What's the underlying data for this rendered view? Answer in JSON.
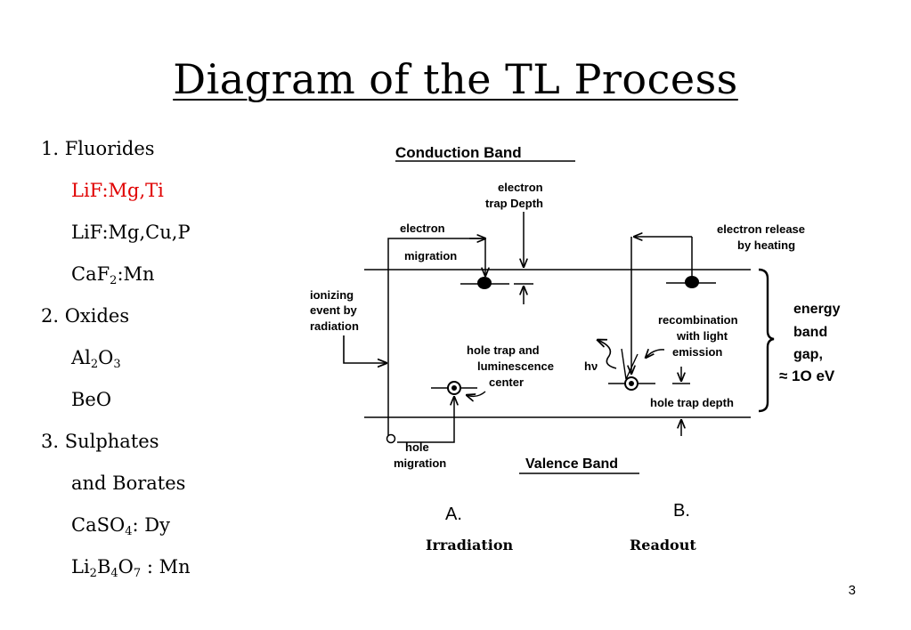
{
  "slide": {
    "title": "Diagram of the TL Process",
    "page_number": "3"
  },
  "list": {
    "item1": "1. Fluorides",
    "lif_mgti": "LiF:Mg,Ti",
    "lif_mgcup": "LiF:Mg,Cu,P",
    "caf2_a": "CaF",
    "caf2_sub": "2",
    "caf2_b": ":Mn",
    "item2": "2. Oxides",
    "al_a": "Al",
    "al_sub1": "2",
    "al_b": "O",
    "al_sub2": "3",
    "beo": "BeO",
    "item3": "3. Sulphates",
    "borates": "and Borates",
    "caso_a": "CaSO",
    "caso_sub": "4",
    "caso_b": ": Dy",
    "lib_a": "Li",
    "lib_sub1": "2",
    "lib_b": "B",
    "lib_sub2": "4",
    "lib_c": "O",
    "lib_sub3": "7",
    "lib_d": " : Mn"
  },
  "diagram": {
    "conduction_band": "Conduction Band",
    "valence_band": "Valence Band",
    "electron_trap_1": "electron",
    "electron_trap_2": "trap Depth",
    "electron_migration_1": "electron",
    "electron_migration_2": "migration",
    "ionizing_1": "ionizing",
    "ionizing_2": "event  by",
    "ionizing_3": "radiation",
    "hole_trap_1": "hole trap and",
    "hole_trap_2": "luminescence",
    "hole_trap_3": "center",
    "hole_migration_1": "hole",
    "hole_migration_2": "migration",
    "release_1": "electron release",
    "release_2": "by heating",
    "recomb_1": "recombination",
    "recomb_2": "with light",
    "recomb_3": "emission",
    "hv": "hν",
    "hole_trap_depth": "hole trap depth",
    "energy_1": "energy",
    "energy_2": "band",
    "energy_3": "gap,",
    "energy_4": "≈ 1O eV",
    "label_a": "A.",
    "label_b": "B.",
    "caption_a": "Irradiation",
    "caption_b": "Readout"
  }
}
